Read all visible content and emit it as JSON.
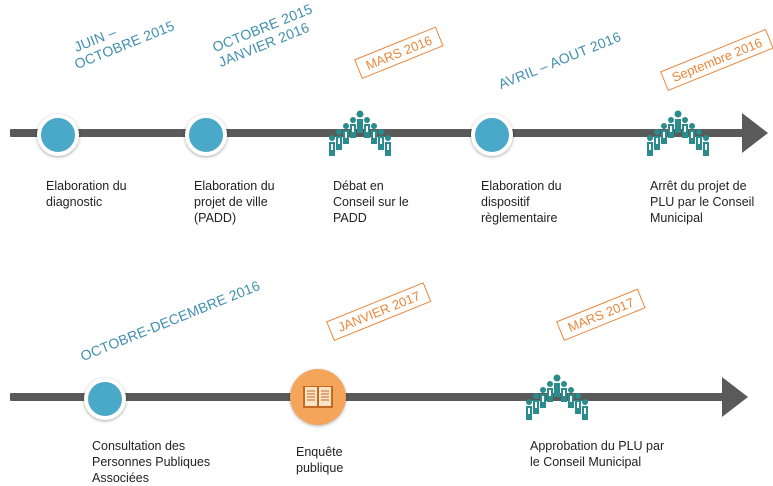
{
  "row1": {
    "dates": [
      {
        "lines": [
          "JUIN –",
          "OCTOBRE 2015"
        ]
      },
      {
        "lines": [
          "OCTOBRE 2015",
          "JANVIER 2016"
        ]
      },
      {
        "text": "MARS 2016"
      },
      {
        "lines": [
          "AVRIL – AOUT 2016"
        ]
      },
      {
        "text": "Septembre 2016"
      }
    ],
    "steps": [
      "Elaboration du diagnostic",
      "Elaboration du projet de ville (PADD)",
      "Débat en Conseil sur le PADD",
      "Elaboration du dispositif règlementaire",
      "Arrêt du projet de PLU par le Conseil Municipal"
    ]
  },
  "row2": {
    "dates": [
      {
        "lines": [
          "OCTOBRE-DECEMBRE 2016"
        ]
      },
      {
        "text": "JANVIER 2017"
      },
      {
        "text": "MARS 2017"
      }
    ],
    "steps": [
      "Consultation des Personnes Publiques Associées",
      "Enquête publique",
      "Approbation du PLU par le Conseil Municipal"
    ]
  },
  "icons": {
    "milestone": "circle-milestone-icon",
    "council": "council-assembly-icon",
    "inquiry": "open-book-icon"
  },
  "colors": {
    "line": "#5a5a5a",
    "dot": "#4aa8c8",
    "date_blue": "#3f8fb0",
    "date_orange": "#e8873a",
    "council_teal": "#2a8c8c",
    "book_orange": "#f5a55a"
  }
}
